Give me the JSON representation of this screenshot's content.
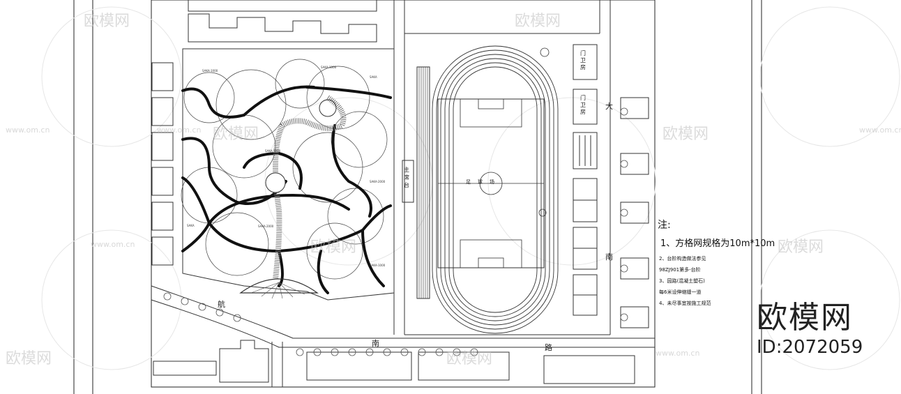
{
  "watermark": {
    "brand": "欧模网",
    "url": "www.om.cn"
  },
  "brand_block": {
    "logo": "欧模网",
    "id": "ID:2072059"
  },
  "notes": {
    "title": "注:",
    "item1": "1、方格网规格为10m*10m",
    "item2": "2、台阶构造做法参见",
    "item2b": "98ZJ901第多-台阶",
    "item3": "3、园路(混凝土塑石)",
    "item3b": "每6米设伸缩缝一道",
    "item4": "4、未尽事宜按施工规范"
  },
  "labels": {
    "road_bottom": "路",
    "road_bottom2": "南",
    "road_left": "航",
    "road_right_1": "大",
    "road_right_2": "南",
    "gate_1": "门卫房",
    "gate_2": "门卫房",
    "stage": "主席台",
    "field": "足球场"
  }
}
